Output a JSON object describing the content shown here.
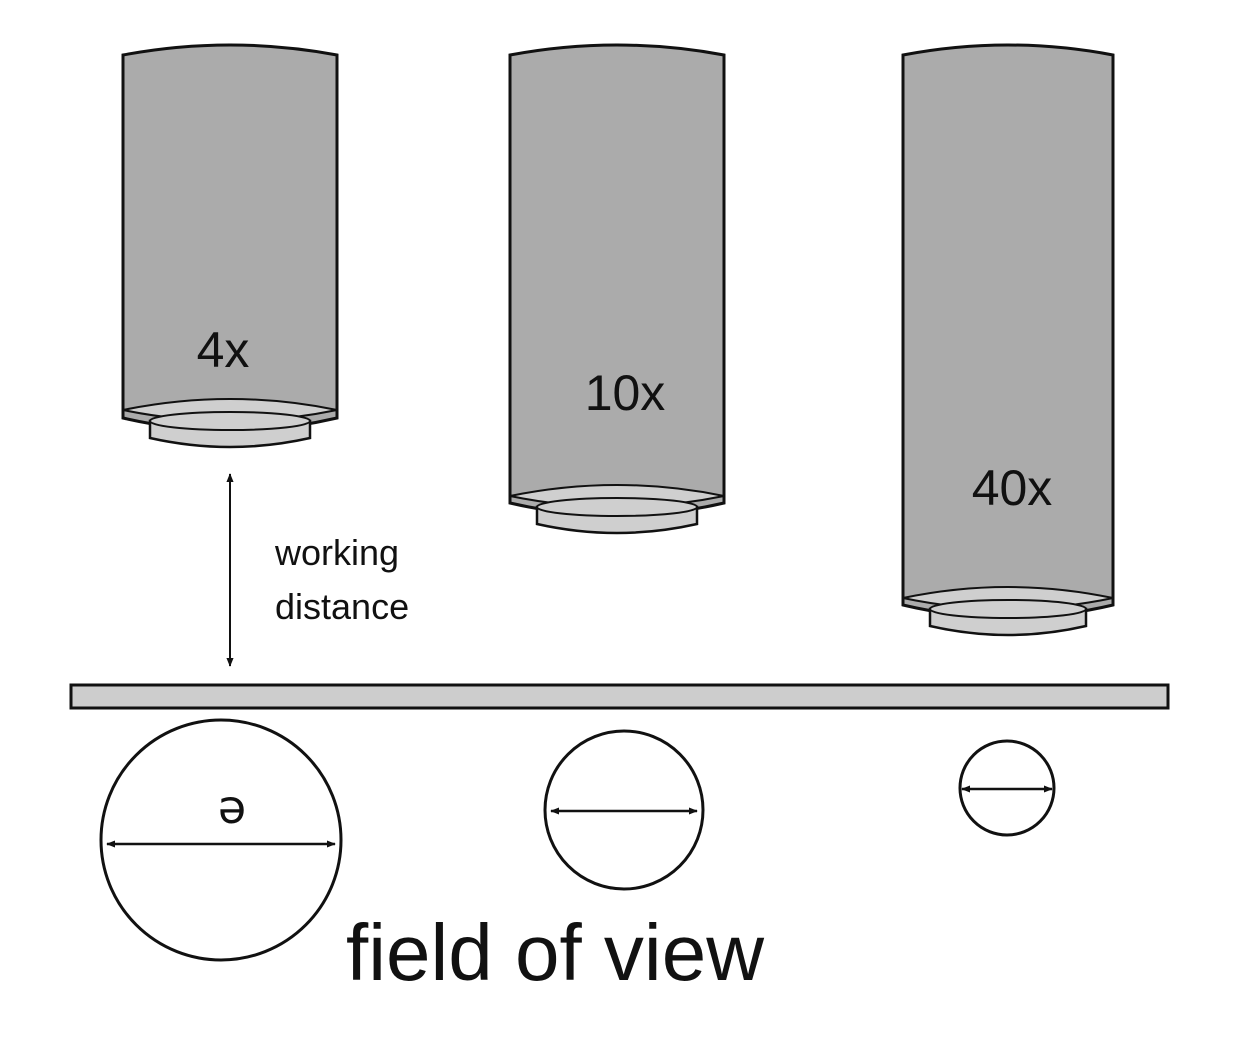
{
  "objectives": [
    {
      "label": "4x"
    },
    {
      "label": "10x"
    },
    {
      "label": "40x"
    }
  ],
  "working_distance_label": [
    "working",
    "distance"
  ],
  "fov_symbol": "ə",
  "caption": "field of view",
  "colors": {
    "barrel_fill": "#ababab",
    "lens_fill": "#cfcfcf",
    "stroke": "#111111",
    "slide_fill": "#cdcdcd",
    "background": "#ffffff"
  }
}
